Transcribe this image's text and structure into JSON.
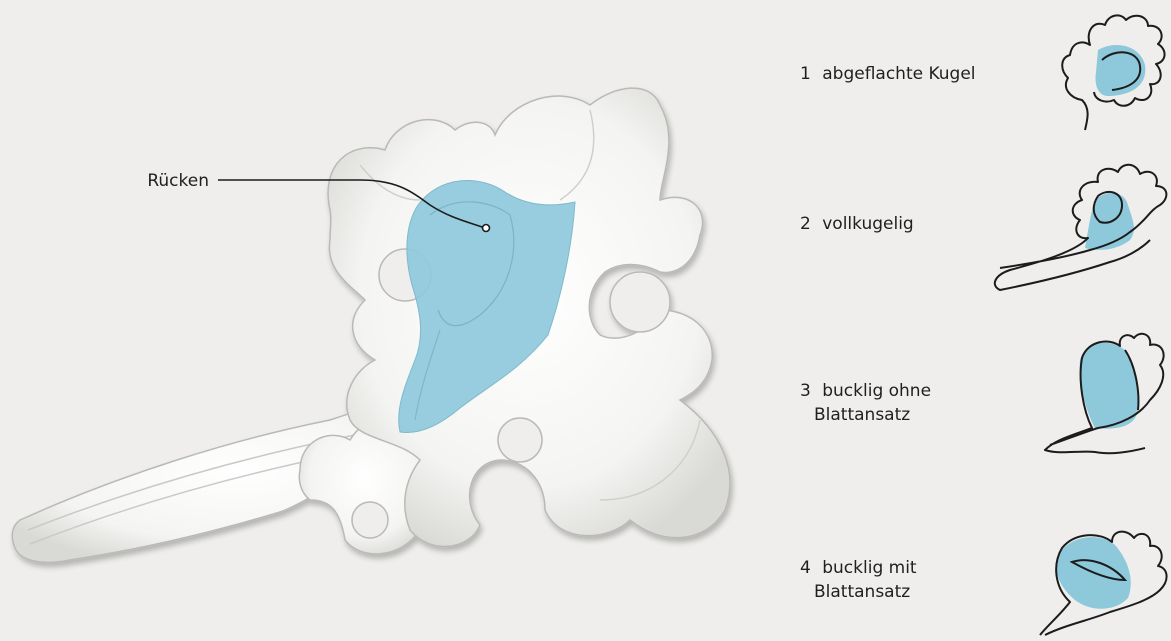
{
  "main_label": "Rücken",
  "variants": [
    {
      "number": "1",
      "lines": [
        "abgeflachte Kugel"
      ]
    },
    {
      "number": "2",
      "lines": [
        "vollkugelig"
      ]
    },
    {
      "number": "3",
      "lines": [
        "bucklig ohne",
        "Blattansatz"
      ]
    },
    {
      "number": "4",
      "lines": [
        "bucklig mit",
        "Blattansatz"
      ]
    }
  ],
  "colors": {
    "background": "#efeeec",
    "highlight": "#8ec9db",
    "ornament_fill": "#fbfbfa",
    "ornament_stroke": "#b9b9b6",
    "line": "#1c1c1c"
  }
}
